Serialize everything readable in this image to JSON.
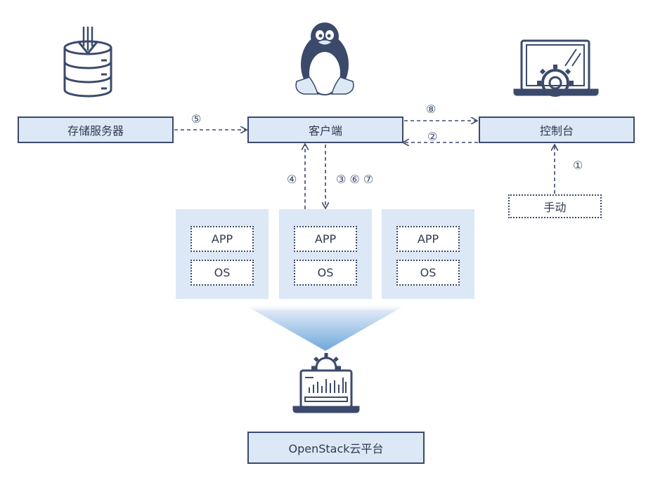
{
  "nodes": {
    "storage": "存储服务器",
    "client": "客户端",
    "console": "控制台",
    "manual": "手动",
    "cloud": "OpenStack云平台"
  },
  "vms": [
    {
      "app": "APP",
      "os": "OS"
    },
    {
      "app": "APP",
      "os": "OS"
    },
    {
      "app": "APP",
      "os": "OS"
    }
  ],
  "steps": {
    "s1": "①",
    "s2": "②",
    "s3": "③ ⑥ ⑦",
    "s4": "④",
    "s5": "⑤",
    "s8": "⑧"
  },
  "icons": {
    "storage": "database-download-icon",
    "client": "linux-penguin-icon",
    "console": "laptop-gear-icon",
    "cloud": "laptop-chart-gear-icon"
  },
  "colors": {
    "node_fill": "#dce8f5",
    "line": "#3b4a6b",
    "beam_top": "#dce8f5",
    "beam_bottom": "#6fa8dc"
  }
}
